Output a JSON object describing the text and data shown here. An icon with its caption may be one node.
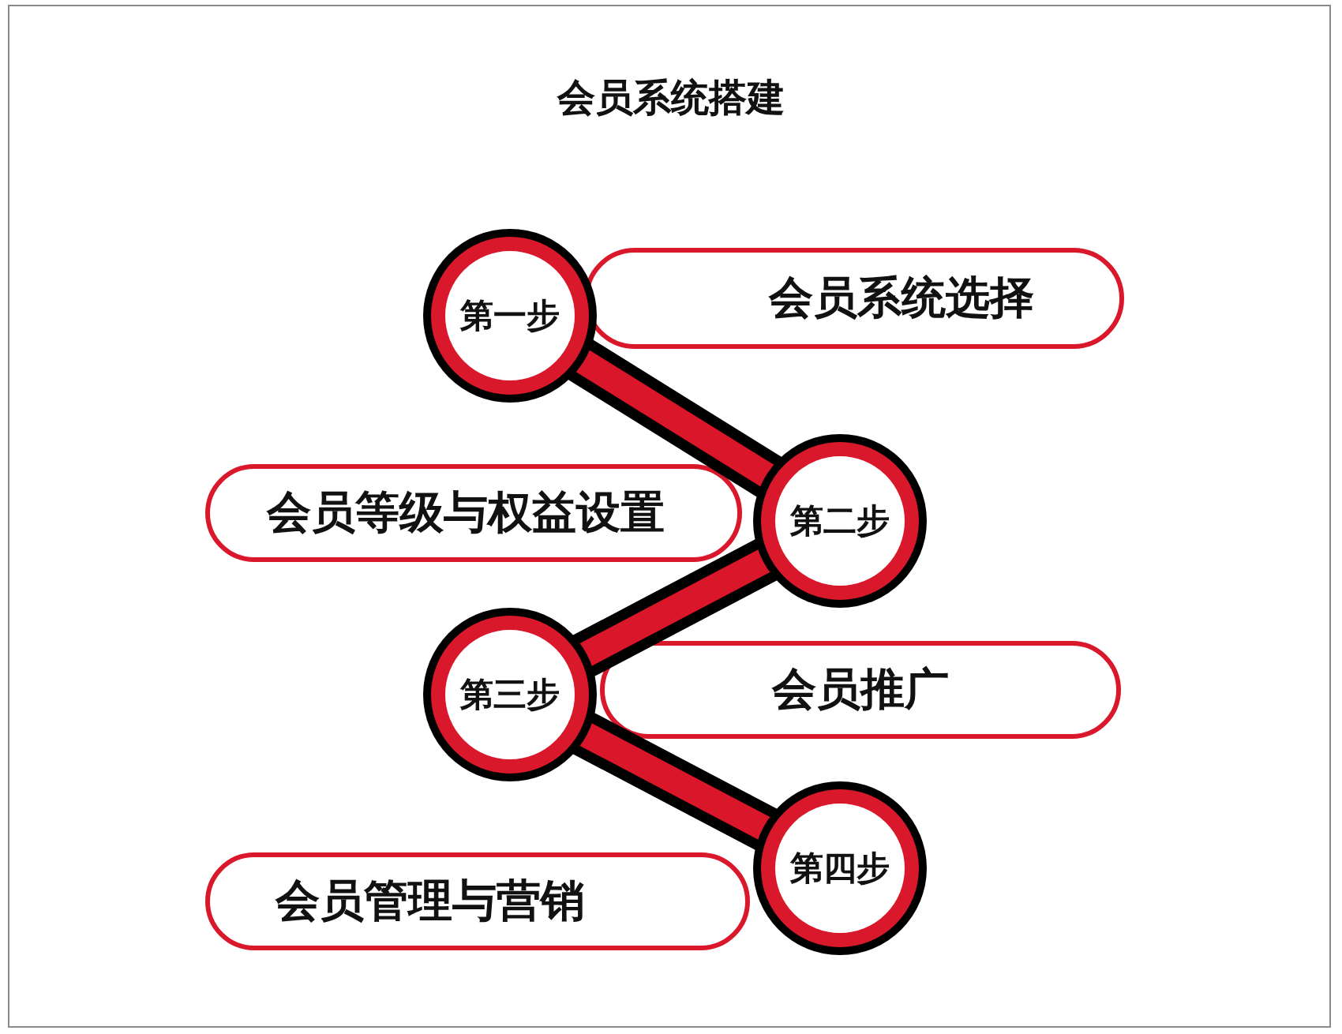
{
  "diagram": {
    "title": "会员系统搭建",
    "nodes": [
      {
        "text": [
          "第一步"
        ]
      },
      {
        "text": [
          "会员系统选择"
        ]
      },
      {
        "text": [
          "会员等级与权益设置"
        ]
      },
      {
        "text": [
          "第二步"
        ]
      },
      {
        "text": [
          "第三步"
        ]
      },
      {
        "text": [
          "会员推广"
        ]
      },
      {
        "text": [
          "第四步"
        ]
      },
      {
        "text": [
          "会员管理与营销"
        ]
      }
    ],
    "edges": [
      {
        "from": 0,
        "to": 3,
        "arrow": "none"
      },
      {
        "from": 3,
        "to": 4,
        "arrow": "none"
      },
      {
        "from": 4,
        "to": 6,
        "arrow": "none"
      }
    ]
  }
}
